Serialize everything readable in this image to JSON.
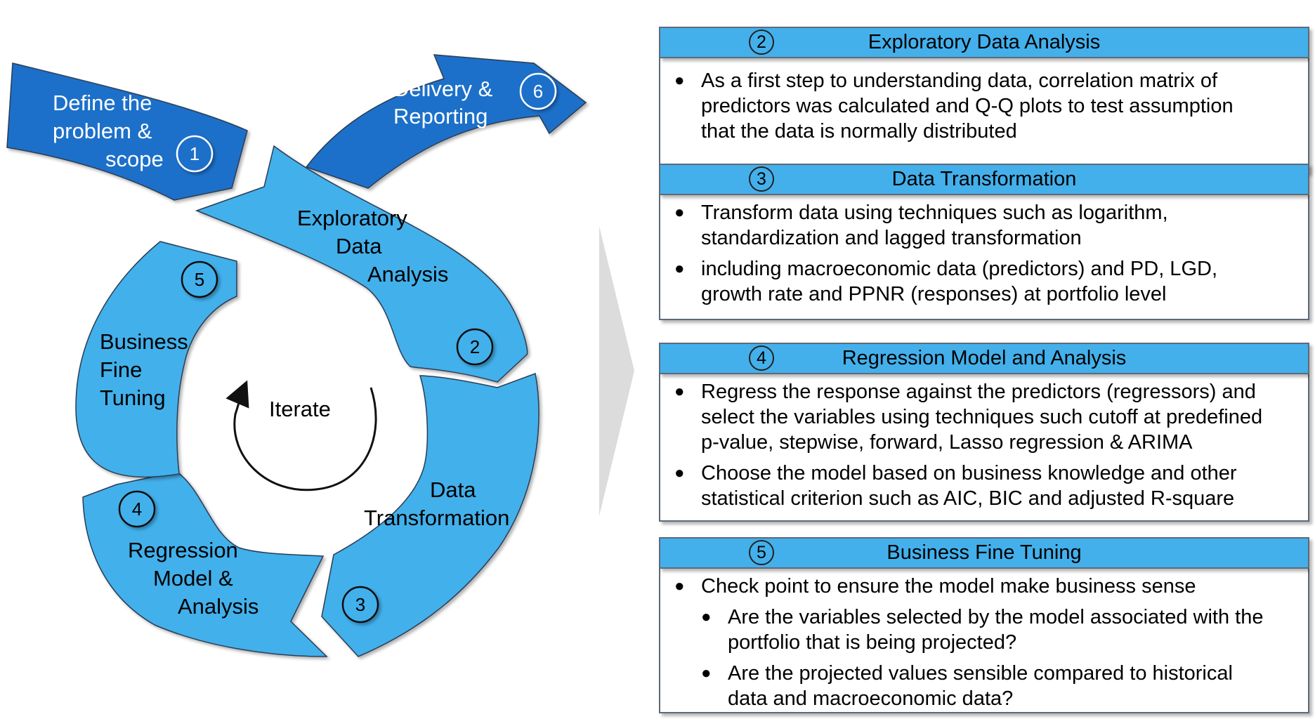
{
  "cycle": {
    "steps": [
      {
        "number": "1",
        "label_lines": [
          "Define the",
          "problem &",
          "scope"
        ]
      },
      {
        "number": "2",
        "label_lines": [
          "Exploratory",
          "Data",
          "Analysis"
        ]
      },
      {
        "number": "3",
        "label_lines": [
          "Data",
          "Transformation"
        ]
      },
      {
        "number": "4",
        "label_lines": [
          "Regression",
          "Model &",
          "Analysis"
        ]
      },
      {
        "number": "5",
        "label_lines": [
          "Business",
          "Fine",
          "Tuning"
        ]
      },
      {
        "number": "6",
        "label_lines": [
          "Delivery &",
          "Reporting"
        ]
      }
    ],
    "center_label": "Iterate"
  },
  "details": [
    {
      "number": "2",
      "title": "Exploratory Data Analysis",
      "bullets": [
        {
          "level": 1,
          "lines": [
            "As a first step to understanding data, correlation matrix of",
            "predictors was calculated and Q-Q plots to test assumption",
            "that the data is normally distributed"
          ]
        }
      ]
    },
    {
      "number": "3",
      "title": "Data Transformation",
      "bullets": [
        {
          "level": 1,
          "lines": [
            "Transform data using techniques such as logarithm,",
            "standardization and lagged transformation"
          ]
        },
        {
          "level": 1,
          "lines": [
            "including macroeconomic data (predictors) and PD, LGD,",
            "growth rate and PPNR (responses) at portfolio level"
          ]
        }
      ]
    },
    {
      "number": "4",
      "title": "Regression Model and Analysis",
      "bullets": [
        {
          "level": 1,
          "lines": [
            "Regress the response against the predictors (regressors) and",
            "select the variables using techniques such cutoff at predefined",
            "p-value, stepwise, forward, Lasso regression & ARIMA"
          ]
        },
        {
          "level": 1,
          "lines": [
            "Choose the model based on business knowledge and other",
            "statistical criterion such as AIC, BIC and adjusted R-square"
          ]
        }
      ]
    },
    {
      "number": "5",
      "title": "Business Fine Tuning",
      "bullets": [
        {
          "level": 1,
          "lines": [
            "Check point to ensure the model make business sense"
          ]
        },
        {
          "level": 2,
          "lines": [
            "Are the variables selected by the model associated with the",
            "portfolio that is being projected?"
          ]
        },
        {
          "level": 2,
          "lines": [
            "Are the projected values sensible compared to historical",
            "data and macroeconomic data?"
          ]
        }
      ]
    }
  ],
  "colors": {
    "dark_blue": "#1a6fc9",
    "light_blue": "#43b0eb",
    "outline": "#2b3d55",
    "chevron": "#dcdcdc"
  }
}
